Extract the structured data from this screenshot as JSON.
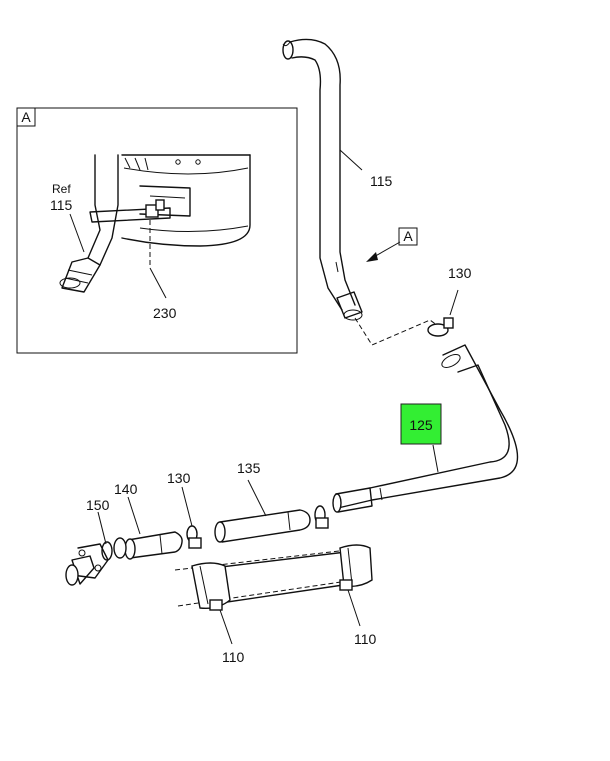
{
  "detail_view": {
    "letter": "A",
    "ref_prefix": "Ref",
    "ref_number": "115",
    "callout": "230"
  },
  "view_marker": {
    "letter": "A"
  },
  "callouts": {
    "c115": "115",
    "c130_top": "130",
    "c125": "125",
    "c135": "135",
    "c130_mid": "130",
    "c140": "140",
    "c150": "150",
    "c110_left": "110",
    "c110_right": "110"
  },
  "colors": {
    "highlight": "#33ee33",
    "line": "#111111"
  }
}
